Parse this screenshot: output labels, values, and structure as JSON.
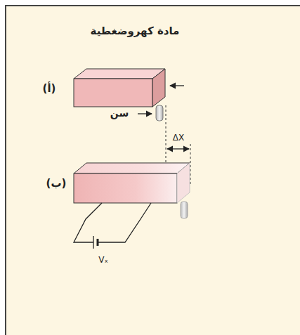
{
  "diagram": {
    "title": "مادة كهروضغطية",
    "labels": [
      "(أ)",
      "سن",
      "ΔX",
      "(ب)",
      "Vₓ"
    ]
  }
}
